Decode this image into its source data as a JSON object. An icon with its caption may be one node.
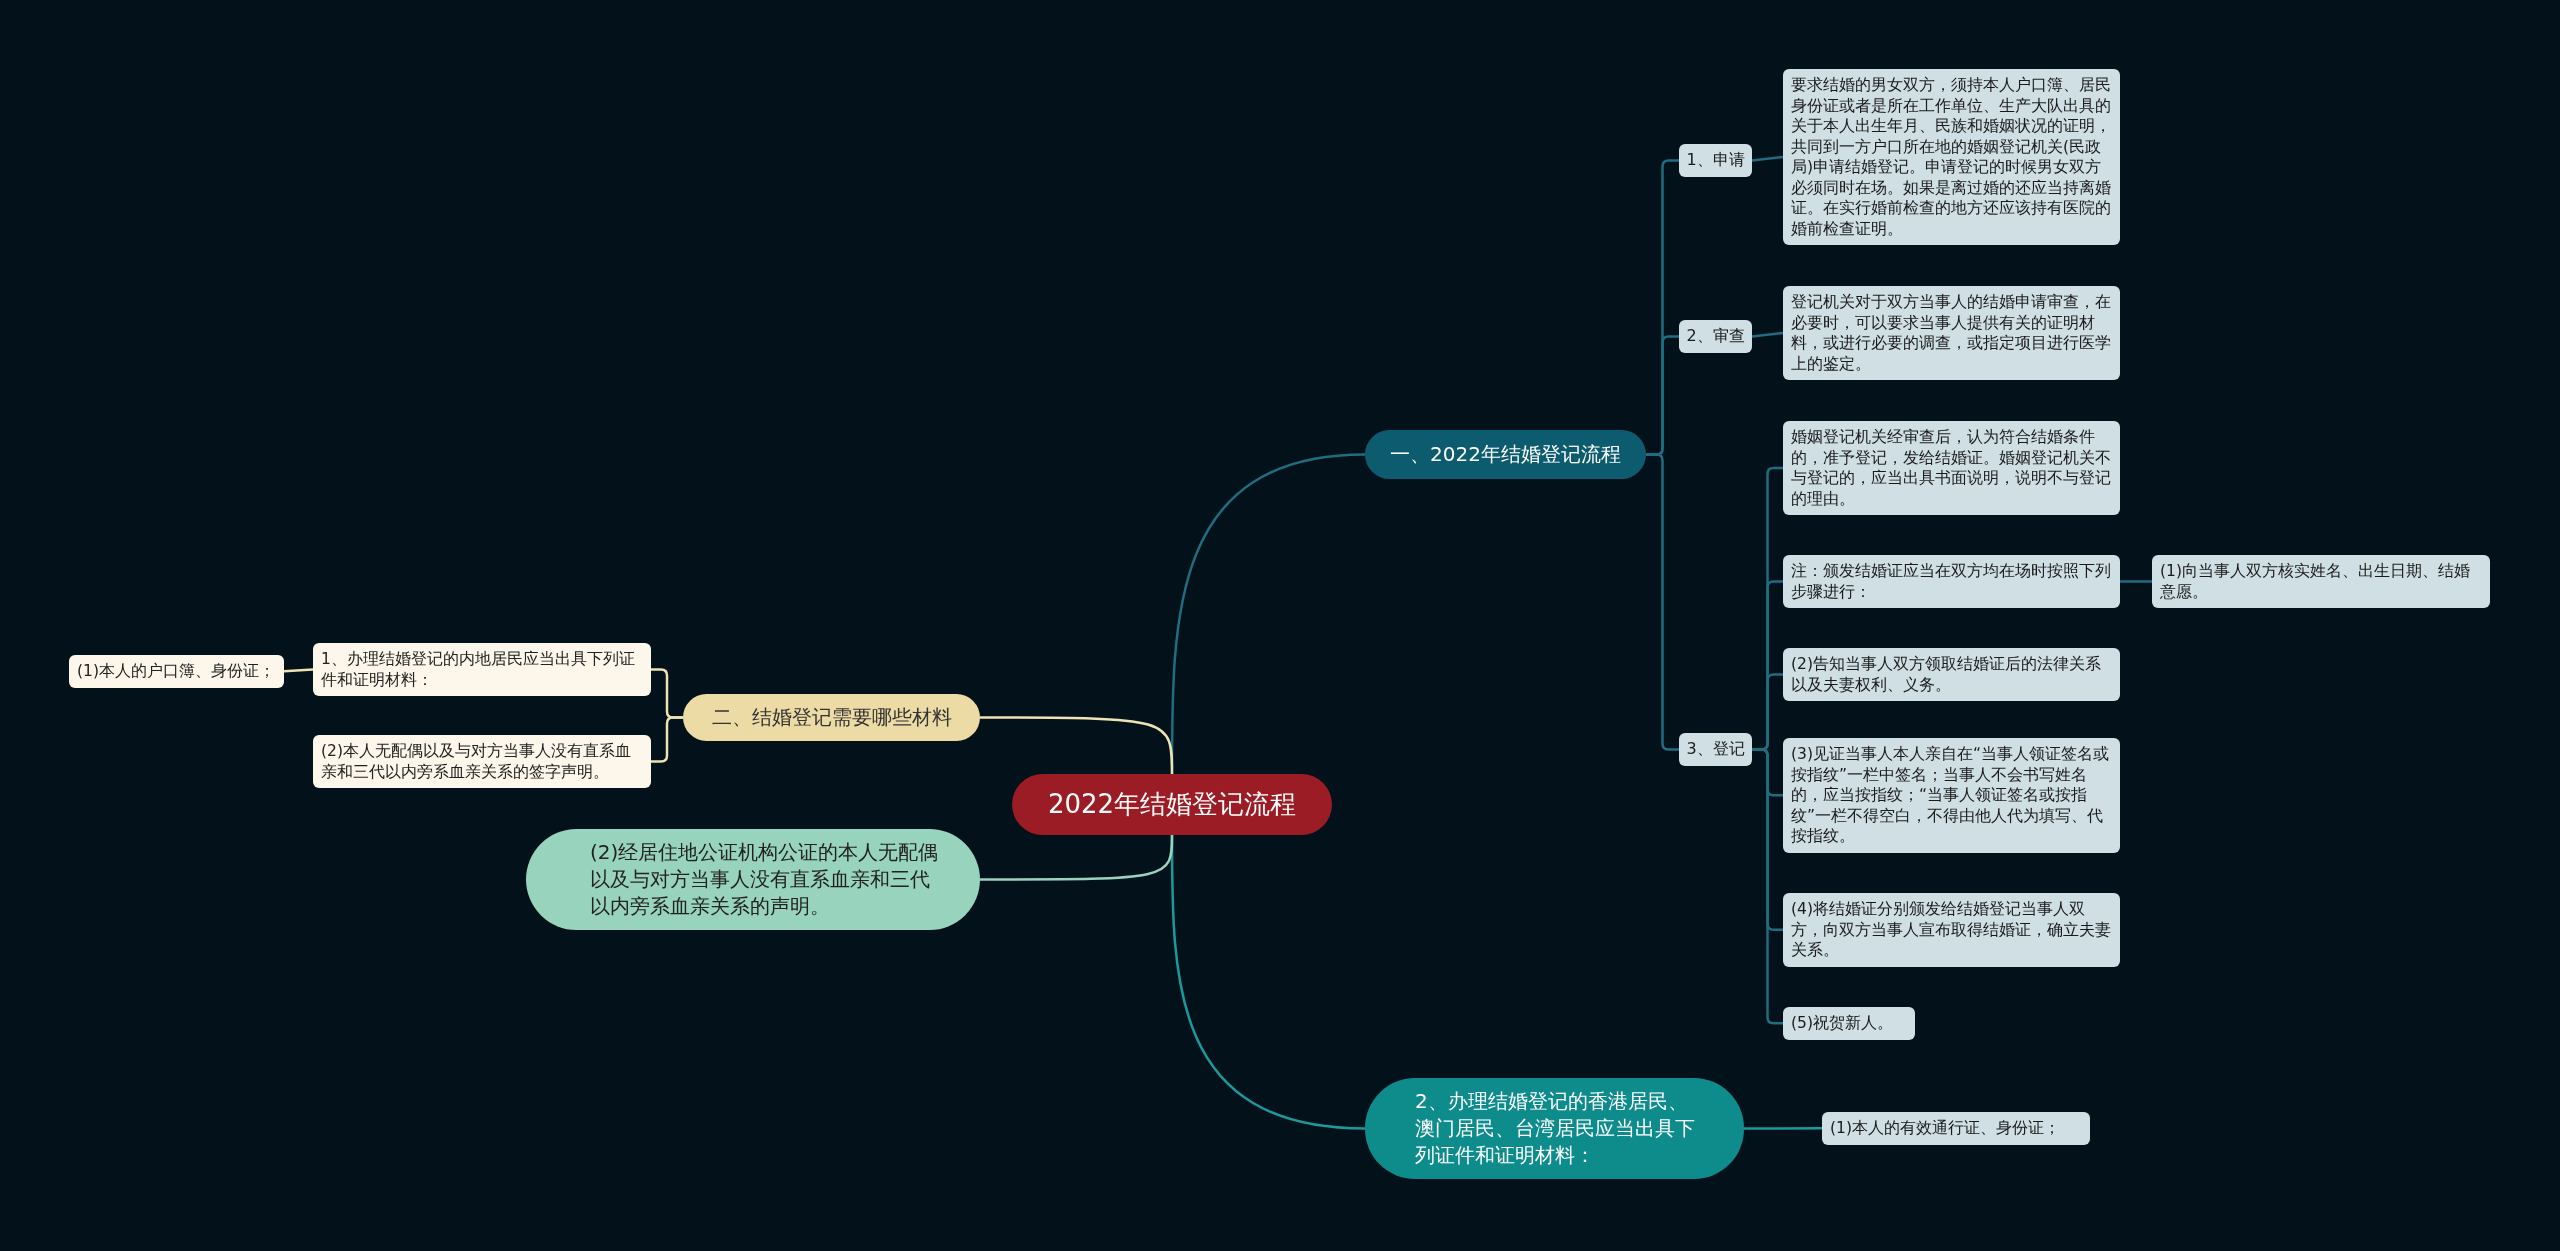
{
  "diagram": {
    "nodes": [
      {
        "text": [
          "2022年结婚登记流程"
        ]
      },
      {
        "text": [
          "一、2022年结婚登记流程"
        ]
      },
      {
        "text": [
          "1、申请"
        ]
      },
      {
        "text": [
          "要求结婚的男女双方，须持本人户口簿、居民身份证或者是所在工作单位、生产大队出具的关于本人出生年月、民族和婚姻状况的证明，共同到一方户口所在地的婚姻登记机关(民政局)申请结婚登记。申请登记的时候男女双方必须同时在场。如果是离过婚的还应当持离婚证。在实行婚前检查的地方还应该持有医院的婚前检查证明。"
        ]
      },
      {
        "text": [
          "2、审查"
        ]
      },
      {
        "text": [
          "登记机关对于双方当事人的结婚申请审查，在必要时，可以要求当事人提供有关的证明材料，或进行必要的调查，或指定项目进行医学上的鉴定。"
        ]
      },
      {
        "text": [
          "3、登记"
        ]
      },
      {
        "text": [
          "婚姻登记机关经审查后，认为符合结婚条件的，准予登记，发给结婚证。婚姻登记机关不与登记的，应当出具书面说明，说明不与登记的理由。"
        ]
      },
      {
        "text": [
          "注：颁发结婚证应当在双方均在场时按照下列步骤进行："
        ]
      },
      {
        "text": [
          "(1)向当事人双方核实姓名、出生日期、结婚意愿。"
        ]
      },
      {
        "text": [
          "(2)告知当事人双方领取结婚证后的法律关系以及夫妻权利、义务。"
        ]
      },
      {
        "text": [
          "(3)见证当事人本人亲自在“当事人领证签名或按指纹”一栏中签名；当事人不会书写姓名的，应当按指纹；“当事人领证签名或按指纹”一栏不得空白，不得由他人代为填写、代按指纹。"
        ]
      },
      {
        "text": [
          "(4)将结婚证分别颁发给结婚登记当事人双方，向双方当事人宣布取得结婚证，确立夫妻关系。"
        ]
      },
      {
        "text": [
          "(5)祝贺新人。"
        ]
      },
      {
        "text": [
          "2、办理结婚登记的香港居民、澳门居民、台湾居民应当出具下列证件和证明材料："
        ]
      },
      {
        "text": [
          "(1)本人的有效通行证、身份证；"
        ]
      },
      {
        "text": [
          "二、结婚登记需要哪些材料"
        ]
      },
      {
        "text": [
          "1、办理结婚登记的内地居民应当出具下列证件和证明材料："
        ]
      },
      {
        "text": [
          "(1)本人的户口簿、身份证；"
        ]
      },
      {
        "text": [
          "(2)本人无配偶以及与对方当事人没有直系血亲和三代以内旁系血亲关系的签字声明。"
        ]
      },
      {
        "text": [
          "(2)经居住地公证机构公证的本人无配偶以及与对方当事人没有直系血亲和三代以内旁系血亲关系的声明。"
        ]
      }
    ],
    "edges": [
      {
        "from": 0,
        "to": 1,
        "arrow": "none"
      },
      {
        "from": 1,
        "to": 2,
        "arrow": "none"
      },
      {
        "from": 1,
        "to": 4,
        "arrow": "none"
      },
      {
        "from": 1,
        "to": 6,
        "arrow": "none"
      },
      {
        "from": 2,
        "to": 3,
        "arrow": "none"
      },
      {
        "from": 4,
        "to": 5,
        "arrow": "none"
      },
      {
        "from": 6,
        "to": 7,
        "arrow": "none"
      },
      {
        "from": 6,
        "to": 8,
        "arrow": "none"
      },
      {
        "from": 6,
        "to": 10,
        "arrow": "none"
      },
      {
        "from": 6,
        "to": 11,
        "arrow": "none"
      },
      {
        "from": 6,
        "to": 12,
        "arrow": "none"
      },
      {
        "from": 6,
        "to": 13,
        "arrow": "none"
      },
      {
        "from": 8,
        "to": 9,
        "arrow": "none"
      },
      {
        "from": 0,
        "to": 14,
        "arrow": "none",
        "color": "#1a9a9a"
      },
      {
        "from": 14,
        "to": 15,
        "arrow": "none",
        "color": "#1a9a9a"
      },
      {
        "from": 0,
        "to": 16,
        "arrow": "none",
        "color": "#efe2b5"
      },
      {
        "from": 16,
        "to": 17,
        "arrow": "none",
        "color": "#efe2b5"
      },
      {
        "from": 16,
        "to": 19,
        "arrow": "none",
        "color": "#efe2b5"
      },
      {
        "from": 17,
        "to": 18,
        "arrow": "none",
        "color": "#efe2b5"
      },
      {
        "from": 0,
        "to": 20,
        "arrow": "none",
        "color": "#97d3bd"
      }
    ]
  }
}
